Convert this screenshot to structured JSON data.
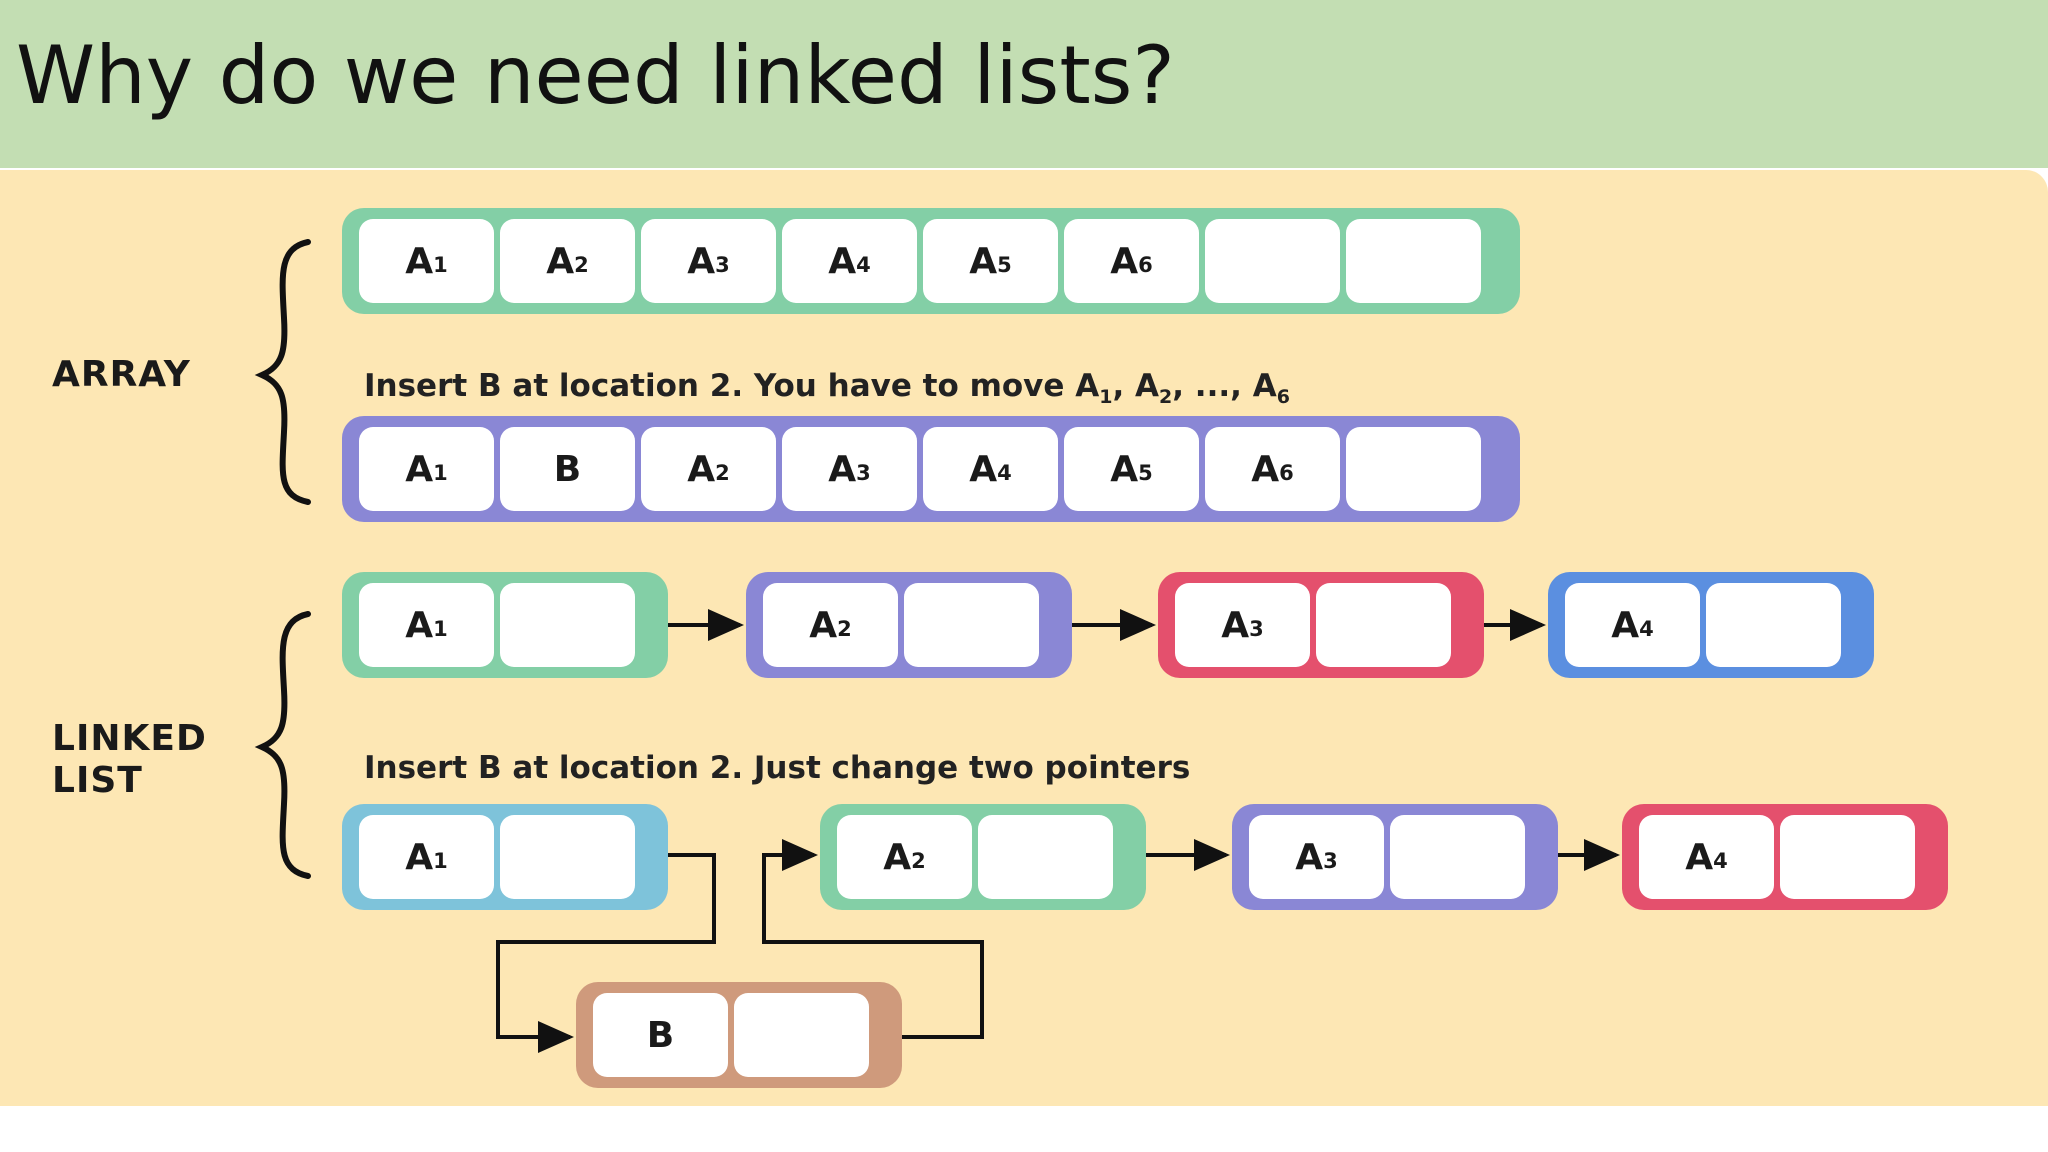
{
  "slide": {
    "title": "Why do we need linked lists?"
  },
  "colors": {
    "header_bg": "#c3deb3",
    "panel_bg": "#fde7b4",
    "green": "#83cfa6",
    "purple": "#8a87d5",
    "red": "#e4506d",
    "blue": "#5b8fe0",
    "light_blue": "#7ec3da",
    "tan": "#cf9a7c"
  },
  "array_section": {
    "label": "ARRAY",
    "caption_prefix": "Insert B at location 2. You have to move A",
    "caption_sep1": ", A",
    "caption_sep2": ", ..., A",
    "caption_sub1": "1",
    "caption_sub2": "2",
    "caption_sub3": "6",
    "original": {
      "cells": [
        {
          "letter": "A",
          "sub": "1"
        },
        {
          "letter": "A",
          "sub": "2"
        },
        {
          "letter": "A",
          "sub": "3"
        },
        {
          "letter": "A",
          "sub": "4"
        },
        {
          "letter": "A",
          "sub": "5"
        },
        {
          "letter": "A",
          "sub": "6"
        },
        {
          "letter": "",
          "sub": ""
        },
        {
          "letter": "",
          "sub": ""
        }
      ]
    },
    "after_insert": {
      "cells": [
        {
          "letter": "A",
          "sub": "1"
        },
        {
          "letter": "B",
          "sub": ""
        },
        {
          "letter": "A",
          "sub": "2"
        },
        {
          "letter": "A",
          "sub": "3"
        },
        {
          "letter": "A",
          "sub": "4"
        },
        {
          "letter": "A",
          "sub": "5"
        },
        {
          "letter": "A",
          "sub": "6"
        },
        {
          "letter": "",
          "sub": ""
        }
      ]
    }
  },
  "linked_list_section": {
    "label_line1": "LINKED",
    "label_line2": "LIST",
    "caption": "Insert B at location 2. Just change two pointers",
    "original_nodes": [
      {
        "letter": "A",
        "sub": "1",
        "color": "green"
      },
      {
        "letter": "A",
        "sub": "2",
        "color": "purple"
      },
      {
        "letter": "A",
        "sub": "3",
        "color": "red"
      },
      {
        "letter": "A",
        "sub": "4",
        "color": "blue"
      }
    ],
    "after_nodes": [
      {
        "letter": "A",
        "sub": "1",
        "color": "light_blue"
      },
      {
        "letter": "A",
        "sub": "2",
        "color": "green"
      },
      {
        "letter": "A",
        "sub": "3",
        "color": "purple"
      },
      {
        "letter": "A",
        "sub": "4",
        "color": "red"
      }
    ],
    "inserted_node": {
      "letter": "B",
      "sub": "",
      "color": "tan"
    }
  }
}
